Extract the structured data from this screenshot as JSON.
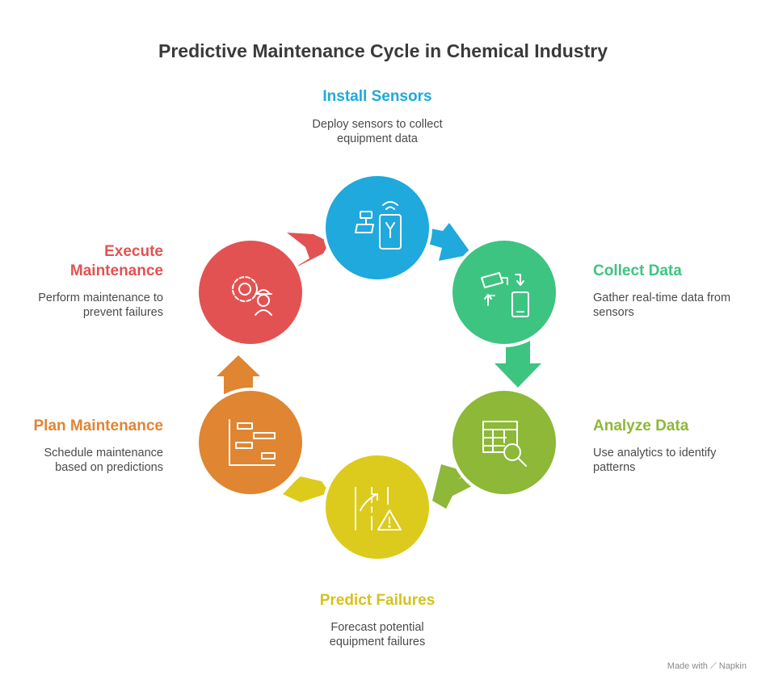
{
  "title": "Predictive Maintenance Cycle in Chemical Industry",
  "steps": [
    {
      "label": "Install Sensors",
      "description_lines": [
        "Deploy sensors to collect",
        "equipment data"
      ],
      "color": "#1fa9dc",
      "icon": "sensor-phone-icon"
    },
    {
      "label": "Collect Data",
      "description_lines": [
        "Gather real-time data from",
        "sensors"
      ],
      "color": "#3dc481",
      "icon": "camera-transfer-icon"
    },
    {
      "label": "Analyze Data",
      "description_lines": [
        "Use analytics to identify",
        "patterns"
      ],
      "color": "#8db838",
      "icon": "table-search-icon"
    },
    {
      "label": "Predict Failures",
      "description_lines": [
        "Forecast potential",
        "equipment failures"
      ],
      "color": "#dccb1c",
      "icon": "road-warning-icon"
    },
    {
      "label": "Plan Maintenance",
      "description_lines": [
        "Schedule maintenance",
        "based on predictions"
      ],
      "color": "#e08532",
      "icon": "gantt-chart-icon"
    },
    {
      "label_lines": [
        "Execute",
        "Maintenance"
      ],
      "description_lines": [
        "Perform maintenance to",
        "prevent failures"
      ],
      "color": "#e35252",
      "icon": "gear-worker-icon"
    }
  ],
  "footer": {
    "prefix": "Made with",
    "brand": "Napkin"
  }
}
